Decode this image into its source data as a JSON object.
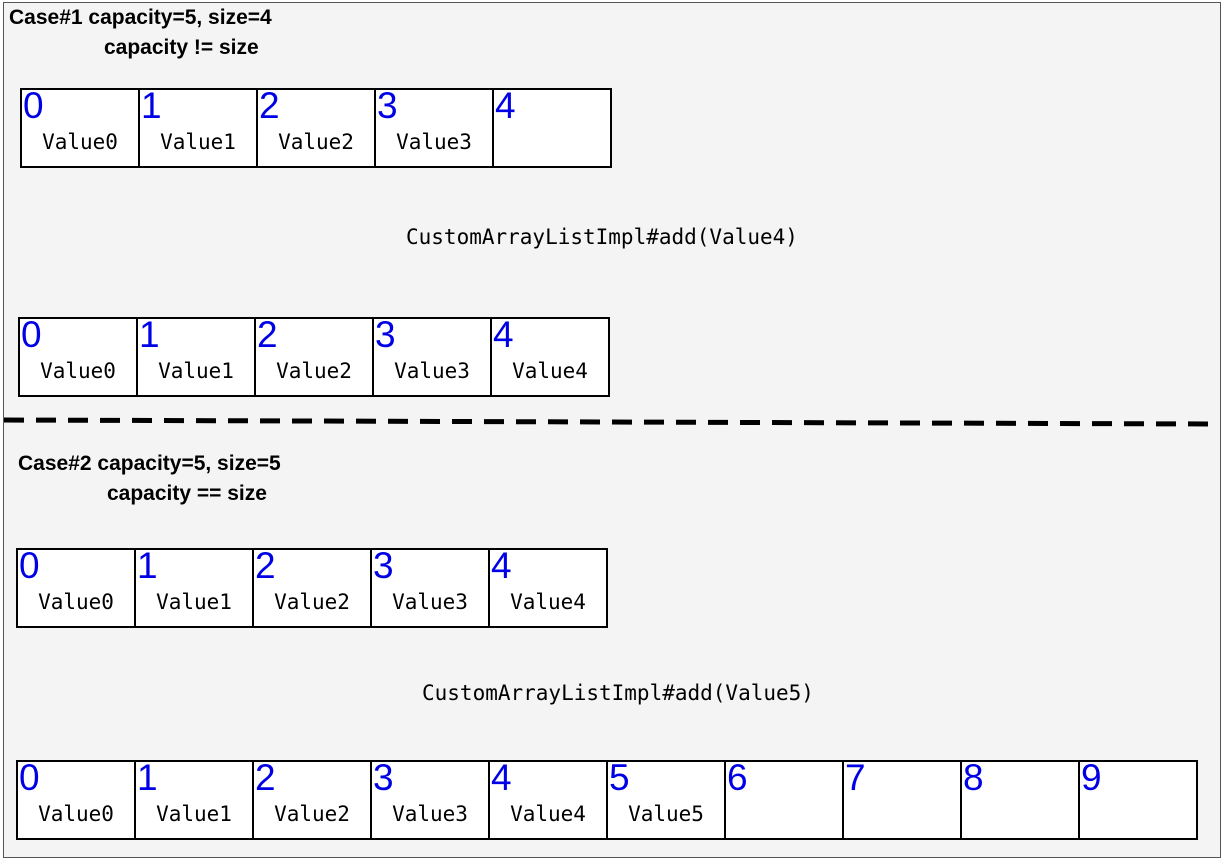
{
  "case1": {
    "title_line1": "Case#1 capacity=5, size=4",
    "title_line2": "capacity != size",
    "before": [
      {
        "index": "0",
        "value": "Value0"
      },
      {
        "index": "1",
        "value": "Value1"
      },
      {
        "index": "2",
        "value": "Value2"
      },
      {
        "index": "3",
        "value": "Value3"
      },
      {
        "index": "4",
        "value": ""
      }
    ],
    "operation": "CustomArrayListImpl#add(Value4)",
    "after": [
      {
        "index": "0",
        "value": "Value0"
      },
      {
        "index": "1",
        "value": "Value1"
      },
      {
        "index": "2",
        "value": "Value2"
      },
      {
        "index": "3",
        "value": "Value3"
      },
      {
        "index": "4",
        "value": "Value4"
      }
    ]
  },
  "case2": {
    "title_line1": "Case#2 capacity=5, size=5",
    "title_line2": "capacity == size",
    "before": [
      {
        "index": "0",
        "value": "Value0"
      },
      {
        "index": "1",
        "value": "Value1"
      },
      {
        "index": "2",
        "value": "Value2"
      },
      {
        "index": "3",
        "value": "Value3"
      },
      {
        "index": "4",
        "value": "Value4"
      }
    ],
    "operation": "CustomArrayListImpl#add(Value5)",
    "after": [
      {
        "index": "0",
        "value": "Value0"
      },
      {
        "index": "1",
        "value": "Value1"
      },
      {
        "index": "2",
        "value": "Value2"
      },
      {
        "index": "3",
        "value": "Value3"
      },
      {
        "index": "4",
        "value": "Value4"
      },
      {
        "index": "5",
        "value": "Value5"
      },
      {
        "index": "6",
        "value": ""
      },
      {
        "index": "7",
        "value": ""
      },
      {
        "index": "8",
        "value": ""
      },
      {
        "index": "9",
        "value": ""
      }
    ]
  },
  "colors": {
    "index_color": "#0000e6",
    "background": "#f4f4f4",
    "border": "#000000"
  }
}
